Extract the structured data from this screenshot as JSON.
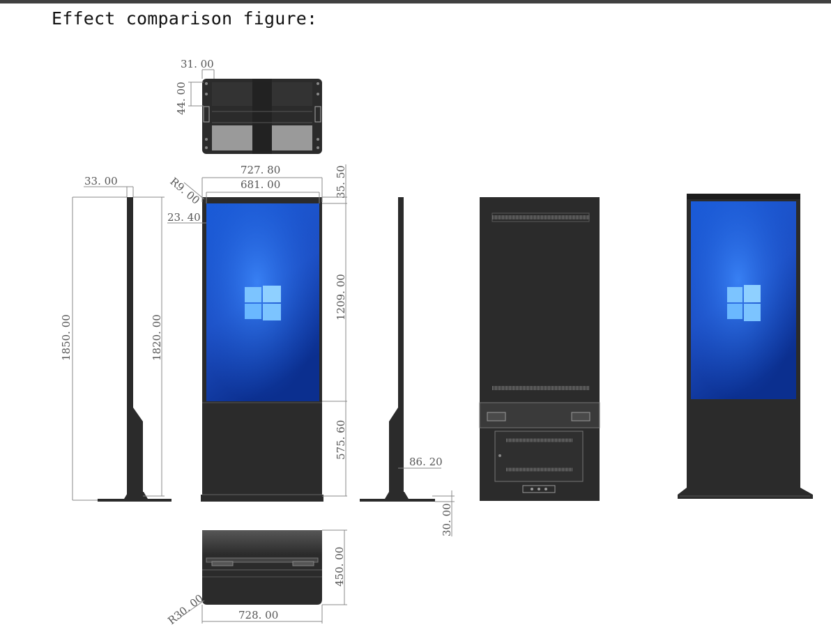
{
  "page": {
    "title": "Effect comparison figure:"
  },
  "dimensions": {
    "top_width_offset": "31. 00",
    "top_depth_offset": "44. 00",
    "side_depth": "33. 00",
    "total_height": "1850. 00",
    "inner_height": "1820. 00",
    "corner_radius_top": "R9. 00",
    "bezel_offset": "23. 40",
    "overall_width": "727. 80",
    "screen_width": "681. 00",
    "top_bezel": "35. 50",
    "screen_height": "1209. 00",
    "lower_cabinet_height": "575. 60",
    "cabinet_depth": "86. 20",
    "base_height": "30. 00",
    "base_depth": "450. 00",
    "corner_radius_base": "R30. 00",
    "base_width": "728. 00"
  },
  "colors": {
    "body": "#2b2b2b",
    "screen_top": "#1a5bd8",
    "screen_bottom": "#0b2f8f",
    "line": "#888888"
  }
}
